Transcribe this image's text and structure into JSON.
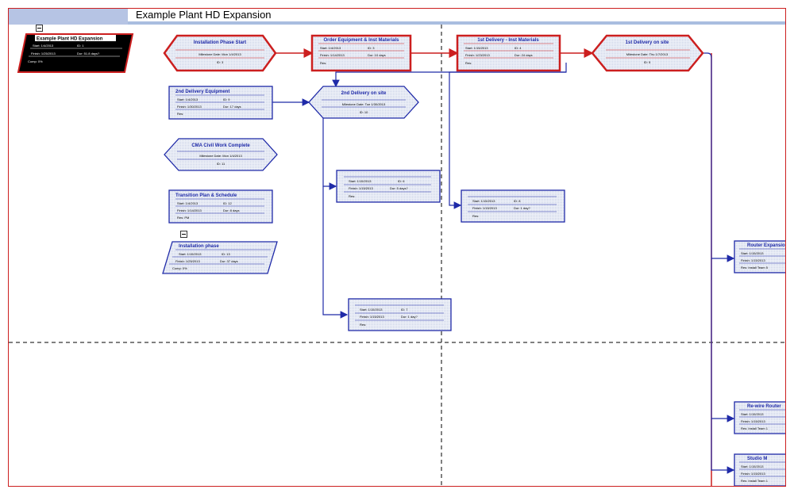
{
  "window": {
    "title": "Example Plant HD Expansion"
  },
  "summary": {
    "name": "Example Plant HD Expansion",
    "start": "Start: 1/4/2013",
    "id": "ID: 1",
    "finish": "Finish: 1/25/2013",
    "dur": "Dur: 51.8 days?",
    "comp": "Comp: 0%"
  },
  "nodes": {
    "installation_phase_start": {
      "title": "Installation Phase Start",
      "milestone": "Milestone Date: Mon 1/4/2013",
      "id": "ID: 3"
    },
    "order_equipment": {
      "title": "Order Equipment & Inst Materials",
      "start": "Start: 1/4/2013",
      "id": "ID: 3",
      "finish": "Finish: 1/14/2013",
      "dur": "Dur: 10 days",
      "res": "Res:"
    },
    "first_delivery_inst": {
      "title": "1st Delivery - Inst Materials",
      "start": "Start: 1/15/2013",
      "id": "ID: 4",
      "finish": "Finish: 1/23/2013",
      "dur": "Dur: 24 days",
      "res": "Res:"
    },
    "first_delivery_site": {
      "title": "1st Delivery on site",
      "milestone": "Milestone Date: Thu 1/7/2013",
      "id": "ID: 5"
    },
    "second_delivery_equipment": {
      "title": "2nd Delivery Equipment",
      "start": "Start: 1/4/2013",
      "id": "ID: 9",
      "finish": "Finish: 1/30/2013",
      "dur": "Dur: 17 days",
      "res": "Res:"
    },
    "second_delivery_site": {
      "title": "2nd Delivery on site",
      "milestone": "Milestone Date: Tue 1/30/2013",
      "id": "ID: 10"
    },
    "cma_civil": {
      "title": "CMA Civil Work Complete",
      "milestone": "Milestone Date: Mon 1/4/2013",
      "id": "ID: 11"
    },
    "transition_plan": {
      "title": "Transition Plan & Schedule",
      "start": "Start: 1/4/2013",
      "id": "ID: 12",
      "finish": "Finish: 1/14/2013",
      "dur": "Dur: 8 days",
      "res": "Res: PM"
    },
    "installation_phase": {
      "title": "Installation phase",
      "start": "Start: 1/15/2013",
      "id": "ID: 13",
      "finish": "Finish: 1/25/2013",
      "dur": "Dur: 37 days",
      "comp": "Comp: 0%"
    },
    "task6": {
      "start": "Start: 1/15/2013",
      "id": "ID: 6",
      "finish": "Finish: 1/15/2013",
      "dur": "Dur: 5 days?",
      "res": "Res:"
    },
    "task8": {
      "start": "Start: 1/15/2013",
      "id": "ID: 8",
      "finish": "Finish: 1/15/2013",
      "dur": "Dur: 1 day?",
      "res": "Res:"
    },
    "task7": {
      "start": "Start: 1/15/2013",
      "id": "ID: 7",
      "finish": "Finish: 1/15/2013",
      "dur": "Dur: 1 day?",
      "res": "Res:"
    },
    "router_expansion": {
      "title": "Router Expansio",
      "start": "Start: 1/15/2013",
      "finish": "Finish: 1/15/2013",
      "res": "Res: Install Team 5"
    },
    "rewire_router": {
      "title": "Re-wire Router",
      "start": "Start: 1/15/2013",
      "finish": "Finish: 1/15/2013",
      "res": "Res: Install Team 1"
    },
    "studio_m": {
      "title": "Studio M",
      "start": "Start: 1/15/2013",
      "finish": "Finish: 1/15/2013",
      "res": "Res: Install Team 1"
    }
  },
  "colors": {
    "critical": "#cc1f1f",
    "normal": "#1f2aa8",
    "fill": "#e8ecf6",
    "summary_fill": "#000000",
    "band": "#a9bde0"
  },
  "icons": {
    "collapse": "collapse-minus-icon"
  }
}
